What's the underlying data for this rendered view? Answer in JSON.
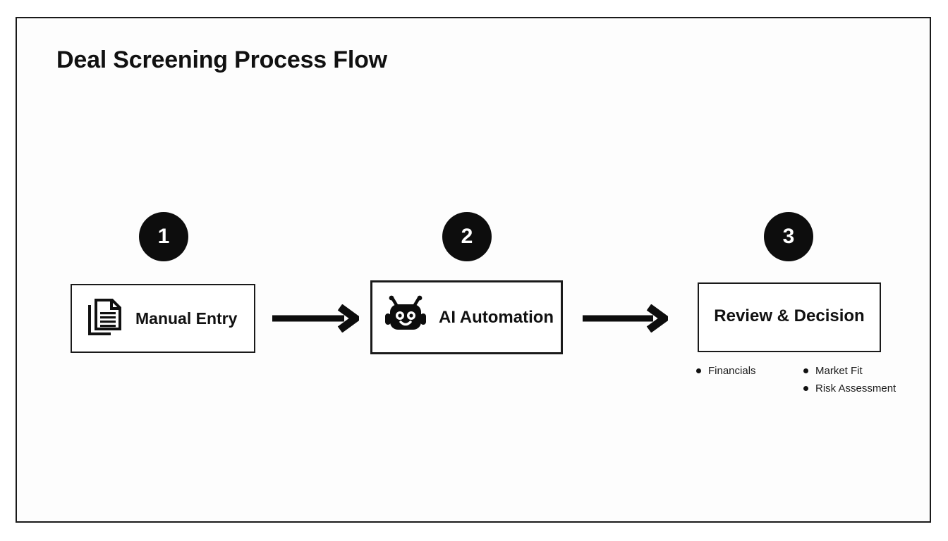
{
  "slide": {
    "title": "Deal Screening Process Flow",
    "border_color": "#1a1a1a",
    "background_color": "#fdfdfd"
  },
  "steps": [
    {
      "number": "1",
      "label": "Manual Entry",
      "icon": "documents-icon"
    },
    {
      "number": "2",
      "label": "AI Automation",
      "icon": "robot-icon"
    },
    {
      "number": "3",
      "label": "Review & Decision",
      "icon": "none"
    }
  ],
  "arrows": [
    {
      "name": "arrow-step1-to-step2",
      "icon": "arrow-right-icon"
    },
    {
      "name": "arrow-step2-to-step3",
      "icon": "arrow-right-icon"
    }
  ],
  "criteria": {
    "column_1": [
      "Financials"
    ],
    "column_2": [
      "Market Fit",
      "Risk Assessment"
    ]
  },
  "colors": {
    "accent": "#0d0d0d",
    "text": "#111111",
    "surface": "#ffffff"
  }
}
